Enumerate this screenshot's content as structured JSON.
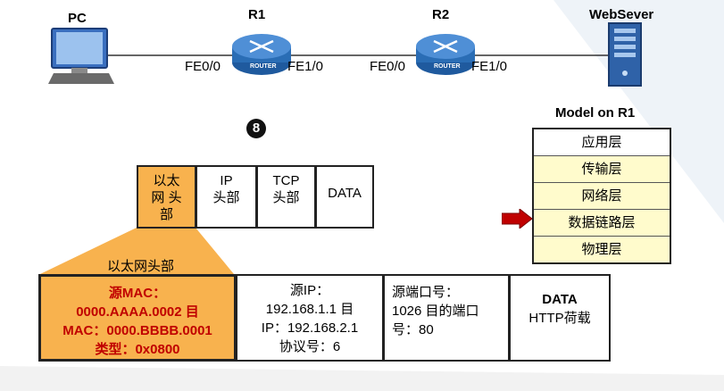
{
  "topology": {
    "nodes": {
      "pc": "PC",
      "r1": "R1",
      "r2": "R2",
      "server": "WebSever"
    },
    "router_badge": "ROUTER",
    "ports": {
      "r1_left": "FE0/0",
      "r1_right": "FE1/0",
      "r2_left": "FE0/0",
      "r2_right": "FE1/0"
    }
  },
  "step_number": "8",
  "model": {
    "title": "Model on R1",
    "layers": [
      "应用层",
      "传输层",
      "网络层",
      "数据链路层",
      "物理层"
    ],
    "active_layer": "数据链路层"
  },
  "packet_small": {
    "eth": [
      "以太",
      "网 头",
      "部"
    ],
    "ip": [
      "IP",
      "头部"
    ],
    "tcp": [
      "TCP",
      "头部"
    ],
    "data": [
      "DATA"
    ]
  },
  "expanded_label": "以太网头部",
  "packet_detail": {
    "eth": [
      "源MAC：",
      "0000.AAAA.0002 目",
      "MAC：0000.BBBB.0001",
      "类型：0x0800"
    ],
    "ip": [
      "源IP：",
      "192.168.1.1 目",
      "IP：192.168.2.1",
      "协议号：6"
    ],
    "tcp": [
      "源端口号：",
      "1026 目的端口",
      "号：80"
    ],
    "data_title": "DATA",
    "data_sub": "HTTP荷载"
  },
  "colors": {
    "eth_header": "#f8b24e",
    "highlight_text": "#c00000",
    "layer_fill": "#fffbcc",
    "arrow": "#c00000",
    "router_blue": "#2a6db5"
  }
}
